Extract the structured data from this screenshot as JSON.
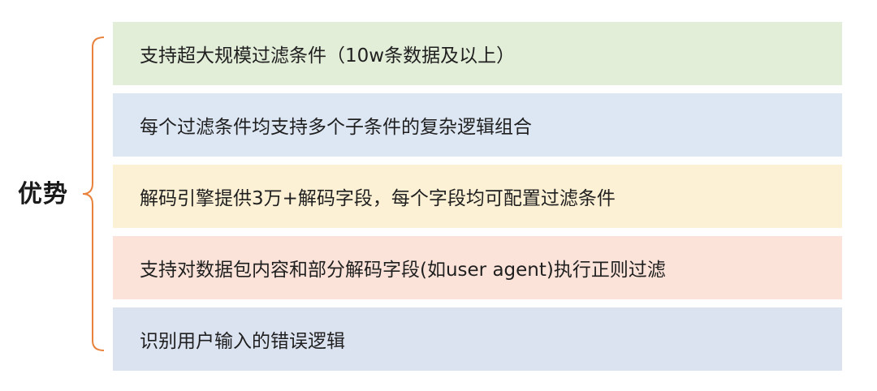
{
  "label": "优势",
  "brace_color": "#e9823c",
  "items": [
    {
      "text": "支持超大规模过滤条件（10w条数据及以上）",
      "color": "#e3eed9"
    },
    {
      "text": "每个过滤条件均支持多个子条件的复杂逻辑组合",
      "color": "#dde7f4"
    },
    {
      "text": "解码引擎提供3万+解码字段，每个字段均可配置过滤条件",
      "color": "#fdf1d5"
    },
    {
      "text": "支持对数据包内容和部分解码字段(如user agent)执行正则过滤",
      "color": "#fbe3d9"
    },
    {
      "text": "识别用户输入的错误逻辑",
      "color": "#dbe2f0"
    }
  ]
}
